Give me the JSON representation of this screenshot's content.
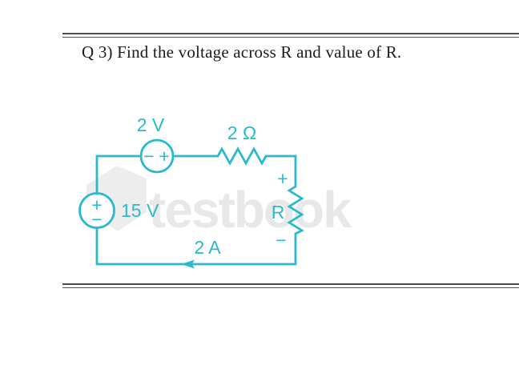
{
  "title": "Q 3) Find the voltage across R and value of R.",
  "watermark": {
    "text": "testbook"
  },
  "circuit": {
    "source_2v": {
      "label": "2 V",
      "minus_mark": "−",
      "plus_mark": "+"
    },
    "resistor_2ohm": {
      "label": "2 Ω"
    },
    "source_15v": {
      "label": "15 V",
      "plus_mark": "+",
      "minus_mark": "−"
    },
    "resistor_r": {
      "label": "R",
      "terminal_plus": "+",
      "terminal_minus": "−"
    },
    "current": {
      "label": "2 A"
    }
  },
  "colors": {
    "circuit": "#2bb9cd",
    "title_text": "#1c1c1c",
    "rule": "#4b4b4b",
    "watermark_text": "#e8e8e8",
    "watermark_logo": "#ededed"
  }
}
